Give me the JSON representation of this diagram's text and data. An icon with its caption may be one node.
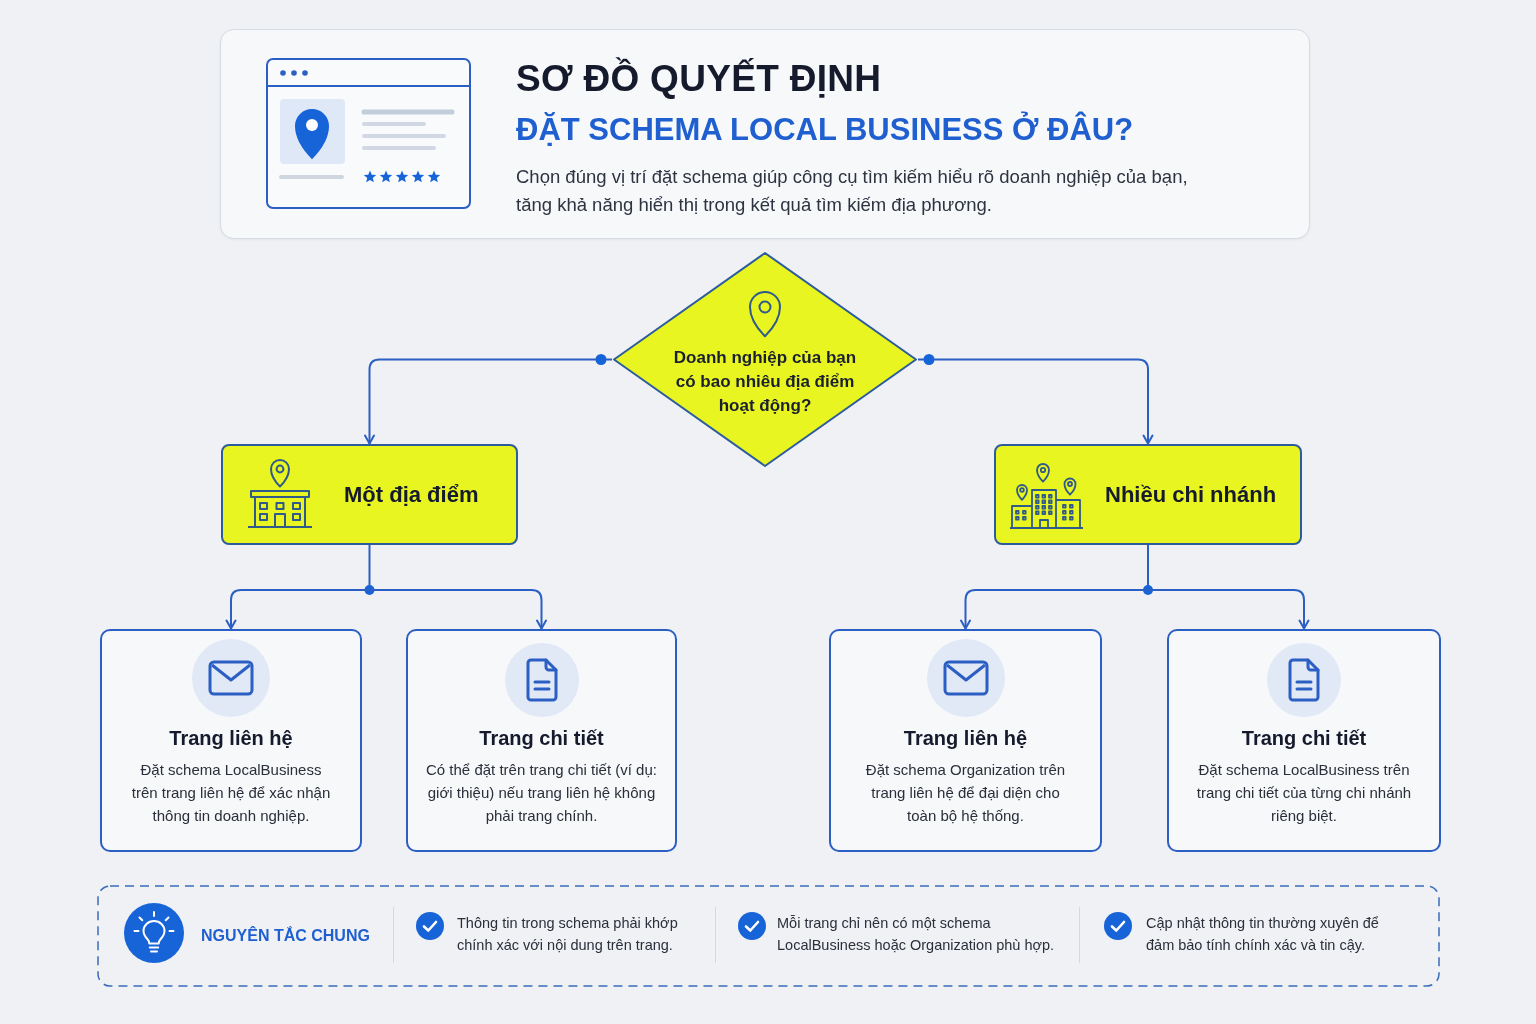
{
  "diagram": {
    "nodes": [
      {
        "text": [
          "SƠ ĐỒ QUYẾT ĐỊNH",
          "ĐẶT SCHEMA LOCAL BUSINESS Ở ĐÂU?",
          "Chọn đúng vị trí đặt schema giúp công cụ tìm kiếm hiểu rõ doanh nghiệp của bạn, tăng khả năng hiển thị trong kết quả tìm kiếm địa phương."
        ]
      },
      {
        "text": [
          "Doanh nghiệp của bạn có bao nhiêu địa điểm hoạt động?"
        ]
      },
      {
        "text": [
          "Một địa điểm"
        ]
      },
      {
        "text": [
          "Nhiều chi nhánh"
        ]
      },
      {
        "text": [
          "Trang liên hệ",
          "Đặt schema LocalBusiness trên trang liên hệ để xác nhận thông tin doanh nghiệp."
        ]
      },
      {
        "text": [
          "Trang chi tiết",
          "Có thể đặt trên trang chi tiết (ví dụ: giới thiệu) nếu trang liên hệ không phải trang chính."
        ]
      },
      {
        "text": [
          "Trang liên hệ",
          "Đặt schema Organization trên trang liên hệ để đại diện cho toàn bộ hệ thống."
        ]
      },
      {
        "text": [
          "Trang chi tiết",
          "Đặt schema LocalBusiness trên trang chi tiết của từng chi nhánh riêng biệt."
        ]
      },
      {
        "text": [
          "NGUYÊN TẮC CHUNG",
          "Thông tin trong schema phải khớp chính xác với nội dung trên trang.",
          "Mỗi trang chỉ nên có một schema LocalBusiness hoặc Organization phù hợp.",
          "Cập nhật thông tin thường xuyên để đảm bảo tính chính xác và tin cậy."
        ]
      }
    ],
    "edges": [
      {
        "from": 1,
        "to": 2,
        "arrow": "to"
      },
      {
        "from": 1,
        "to": 3,
        "arrow": "to"
      },
      {
        "from": 2,
        "to": 4,
        "arrow": "to"
      },
      {
        "from": 2,
        "to": 5,
        "arrow": "to"
      },
      {
        "from": 3,
        "to": 6,
        "arrow": "to"
      },
      {
        "from": 3,
        "to": 7,
        "arrow": "to"
      }
    ]
  }
}
